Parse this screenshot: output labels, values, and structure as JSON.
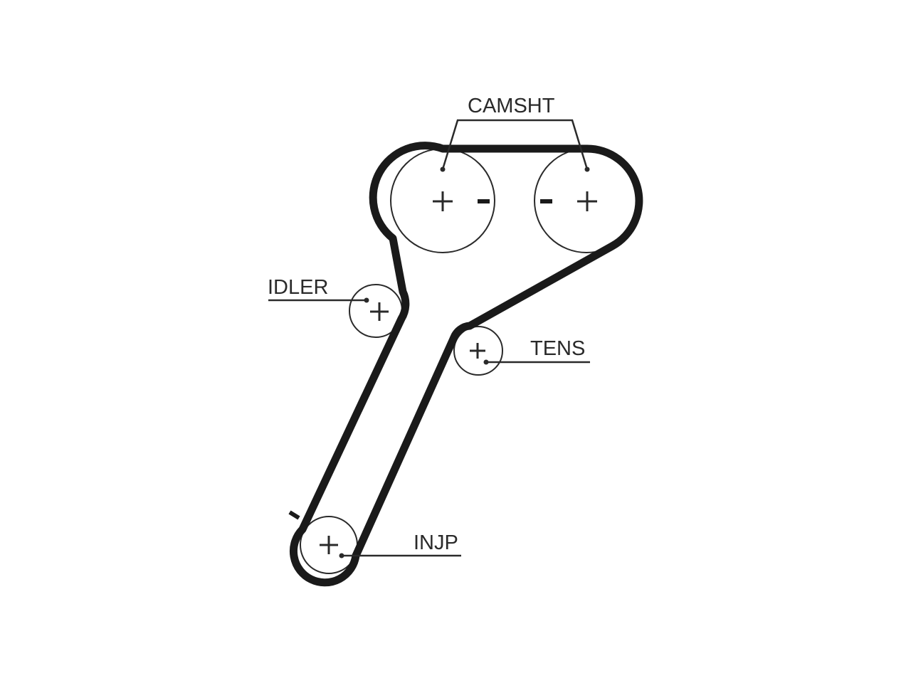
{
  "labels": {
    "camshaft": "CAMSHT",
    "idler": "IDLER",
    "tensioner": "TENS",
    "injection_pump": "INJP"
  },
  "colors": {
    "line": "#2a2a2a",
    "belt": "#1a1a1a",
    "background": "#ffffff"
  }
}
